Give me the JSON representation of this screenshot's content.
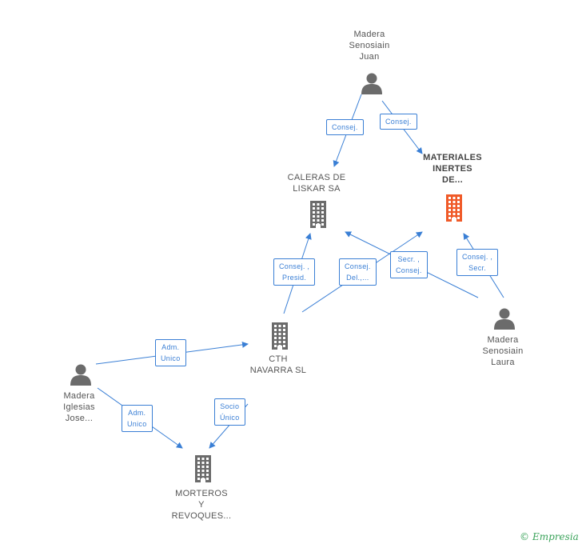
{
  "nodes": {
    "madera_juan": {
      "label": "Madera\nSenosiain\nJuan",
      "type": "person"
    },
    "materiales": {
      "label": "MATERIALES\nINERTES\nDE...",
      "type": "company-focus"
    },
    "caleras": {
      "label": "CALERAS DE\nLISKAR SA",
      "type": "company"
    },
    "cth": {
      "label": "CTH\nNAVARRA  SL",
      "type": "company"
    },
    "madera_laura": {
      "label": "Madera\nSenosiain\nLaura",
      "type": "person"
    },
    "madera_jose": {
      "label": "Madera\nIglesias\nJose...",
      "type": "person"
    },
    "morteros": {
      "label": "MORTEROS\nY\nREVOQUES...",
      "type": "company"
    }
  },
  "edges": [
    {
      "from": "madera_juan",
      "to": "caleras",
      "label": "Consej."
    },
    {
      "from": "madera_juan",
      "to": "materiales",
      "label": "Consej."
    },
    {
      "from": "cth",
      "to": "caleras",
      "label": "Consej. ,\nPresid."
    },
    {
      "from": "cth",
      "to": "materiales",
      "label": "Consej.\nDel.,..."
    },
    {
      "from": "madera_laura",
      "to": "caleras",
      "label": "Secr. ,\nConsej."
    },
    {
      "from": "madera_laura",
      "to": "materiales",
      "label": "Consej. ,\nSecr."
    },
    {
      "from": "madera_jose",
      "to": "cth",
      "label": "Adm.\nUnico"
    },
    {
      "from": "madera_jose",
      "to": "morteros",
      "label": "Adm.\nUnico"
    },
    {
      "from": "cth",
      "to": "morteros",
      "label": "Socio\nÚnico"
    }
  ],
  "colors": {
    "edge": "#3a7fd5",
    "node": "#6b6b6b",
    "focus": "#f05a28"
  },
  "footer": {
    "copyright": "©",
    "brand": "Empresia"
  }
}
